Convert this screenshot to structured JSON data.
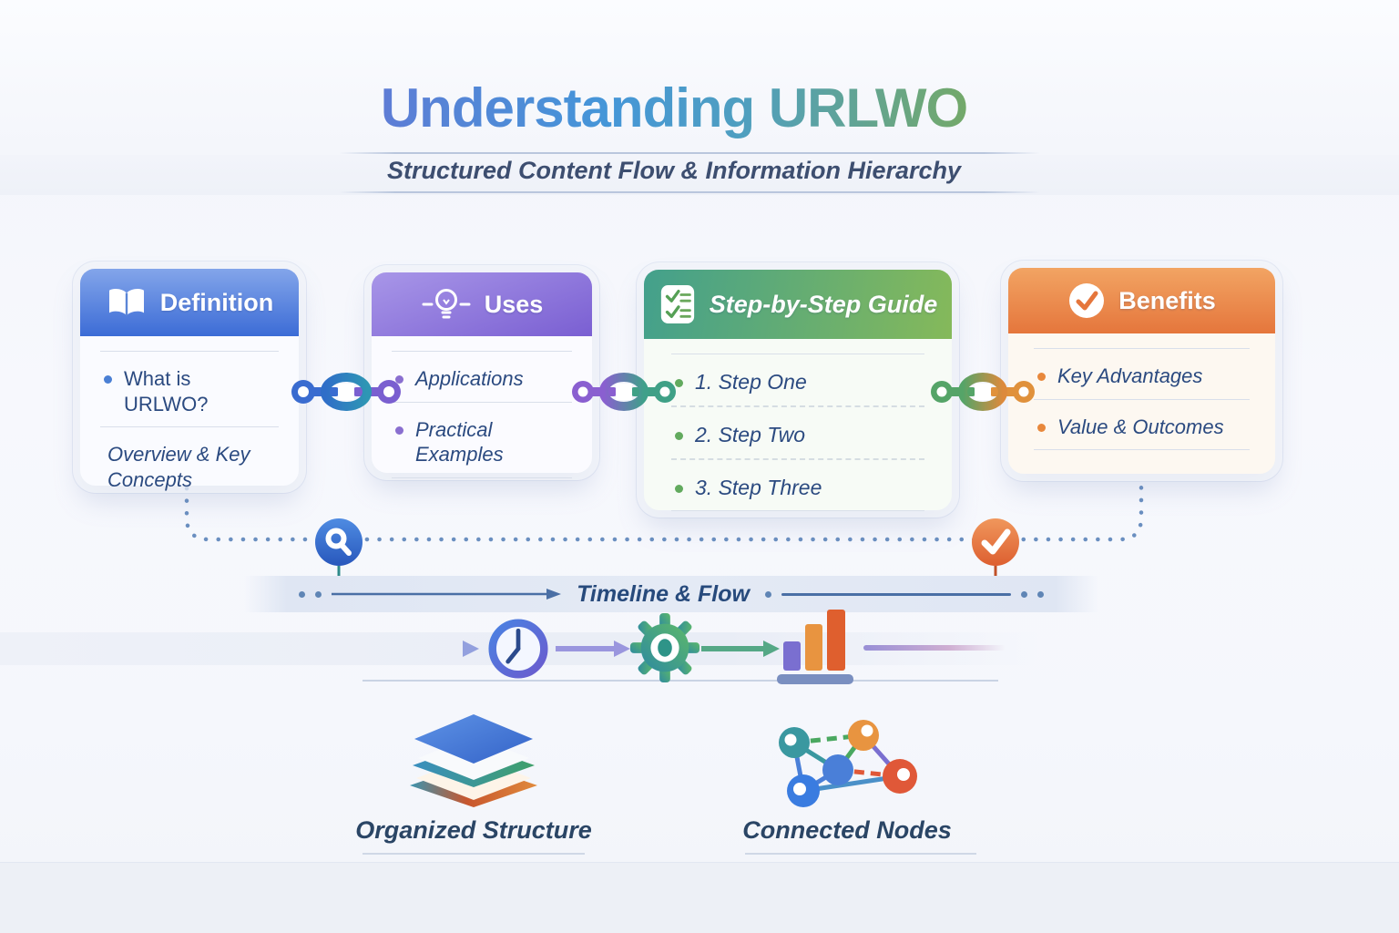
{
  "title": {
    "text": "Understanding URLWO"
  },
  "subtitle": {
    "text": "Structured Content Flow & Information Hierarchy"
  },
  "cards": [
    {
      "title": "Definition",
      "icon": "open-book-icon",
      "items": [
        "What is URLWO?",
        "Overview & Key Concepts"
      ]
    },
    {
      "title": "Uses",
      "icon": "lightbulb-icon",
      "items": [
        "Applications",
        "Practical Examples"
      ]
    },
    {
      "title": "Step-by-Step Guide",
      "icon": "checklist-icon",
      "items": [
        "1. Step One",
        "2. Step Two",
        "3. Step Three"
      ]
    },
    {
      "title": "Benefits",
      "icon": "check-circle-icon",
      "items": [
        "Key Advantages",
        "Value & Outcomes"
      ]
    }
  ],
  "connectors": {
    "chain_icons": [
      "chain-link-blue-purple",
      "chain-link-purple-green",
      "chain-link-green-orange"
    ],
    "milestone_icons": [
      "magnifier-badge-icon",
      "check-badge-icon"
    ]
  },
  "timeline": {
    "label": "Timeline & Flow",
    "flow_icons": [
      "clock-icon",
      "gear-icon",
      "bar-chart-icon"
    ]
  },
  "footer": {
    "left_label": "Organized Structure",
    "left_icon": "stacked-layers-icon",
    "right_label": "Connected Nodes",
    "right_icon": "network-graph-icon"
  },
  "colors": {
    "definition_blue": "#3c6cd6",
    "uses_purple": "#7a5fd0",
    "steps_green": "#57a25e",
    "steps_teal": "#3fa08a",
    "benefits_orange": "#e8793c",
    "body_text": "#2b4a80",
    "dotted_line": "#6a8fc0",
    "band_blue": "#dfe6f3"
  }
}
